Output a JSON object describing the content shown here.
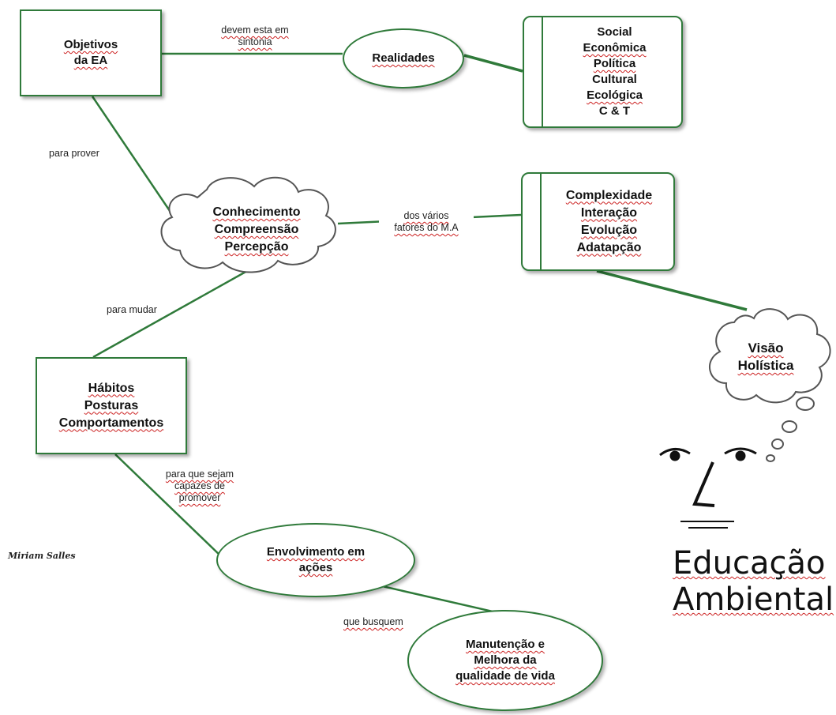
{
  "nodes": {
    "objetivos": [
      "Objetivos",
      "da EA"
    ],
    "realidades": "Realidades",
    "realidades_list": [
      "Social",
      "Econômica",
      "Política",
      "Cultural",
      "Ecológica",
      "C & T"
    ],
    "conhecimento": [
      "Conhecimento",
      "Compreensão",
      "Percepção"
    ],
    "complexidade": [
      "Complexidade",
      "Interação",
      "Evolução",
      "Adatapção"
    ],
    "visao": [
      "Visão",
      "Holística"
    ],
    "habitos": [
      "Hábitos",
      "Posturas",
      "Comportamentos"
    ],
    "envolvimento": [
      "Envolvimento em",
      "ações"
    ],
    "manutencao": [
      "Manutenção e",
      "Melhora da",
      "qualidade de vida"
    ]
  },
  "links": {
    "devem": [
      "devem esta em",
      "sintonia"
    ],
    "prover": "para prover",
    "varios": [
      "dos vários",
      "fatores do  M.A"
    ],
    "mudar": "para mudar",
    "sejam": [
      "para que sejam",
      "capazes de",
      "promover"
    ],
    "busquem": "que busquem"
  },
  "title": [
    "Educação",
    "Ambiental"
  ],
  "signature": "Miriam Salles",
  "colors": {
    "accent": "#2f7a3a",
    "text": "#111111",
    "spell_underline": "#cc2222"
  }
}
